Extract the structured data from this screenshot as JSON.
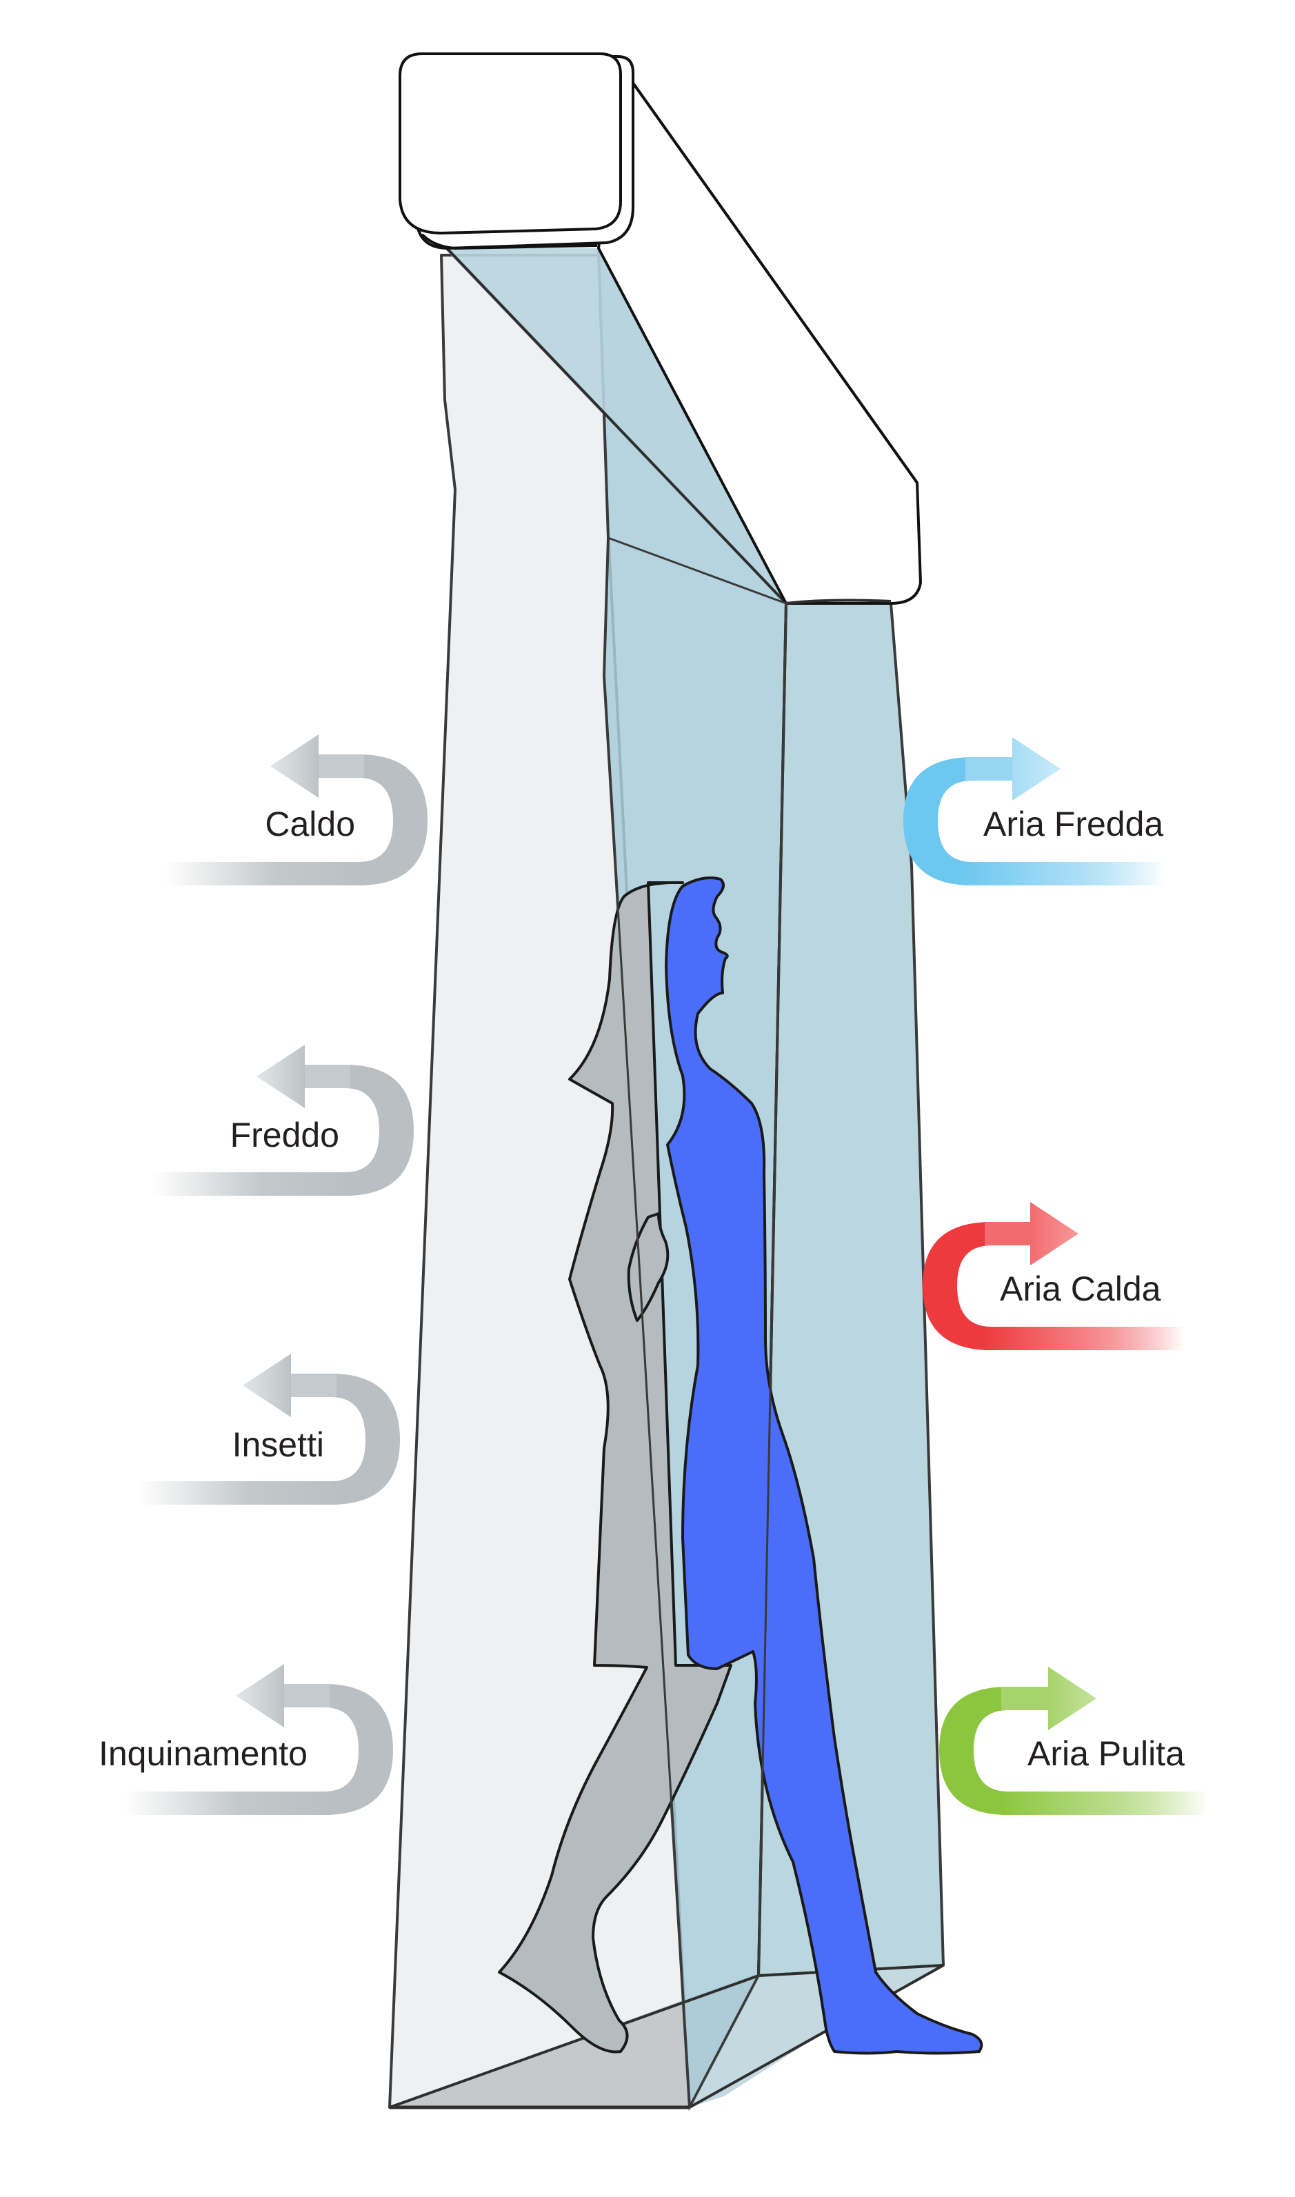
{
  "left_labels": [
    {
      "id": "caldo",
      "text": "Caldo"
    },
    {
      "id": "freddo",
      "text": "Freddo"
    },
    {
      "id": "insetti",
      "text": "Insetti"
    },
    {
      "id": "inquinamento",
      "text": "Inquinamento"
    }
  ],
  "right_labels": [
    {
      "id": "aria-fredda",
      "text": "Aria Fredda",
      "color": "#6dc8f0"
    },
    {
      "id": "aria-calda",
      "text": "Aria Calda",
      "color": "#ee3a3f"
    },
    {
      "id": "aria-pulita",
      "text": "Aria Pulita",
      "color": "#8cc63f"
    }
  ],
  "colors": {
    "blocked_arrow": "#b9bfc2",
    "air_curtain": "#a9ccd9",
    "outside_zone": "#eff0f2",
    "person_inside": "#4a6dfb",
    "person_outside": "#b4bcbf",
    "outline": "#1a1a1a"
  }
}
